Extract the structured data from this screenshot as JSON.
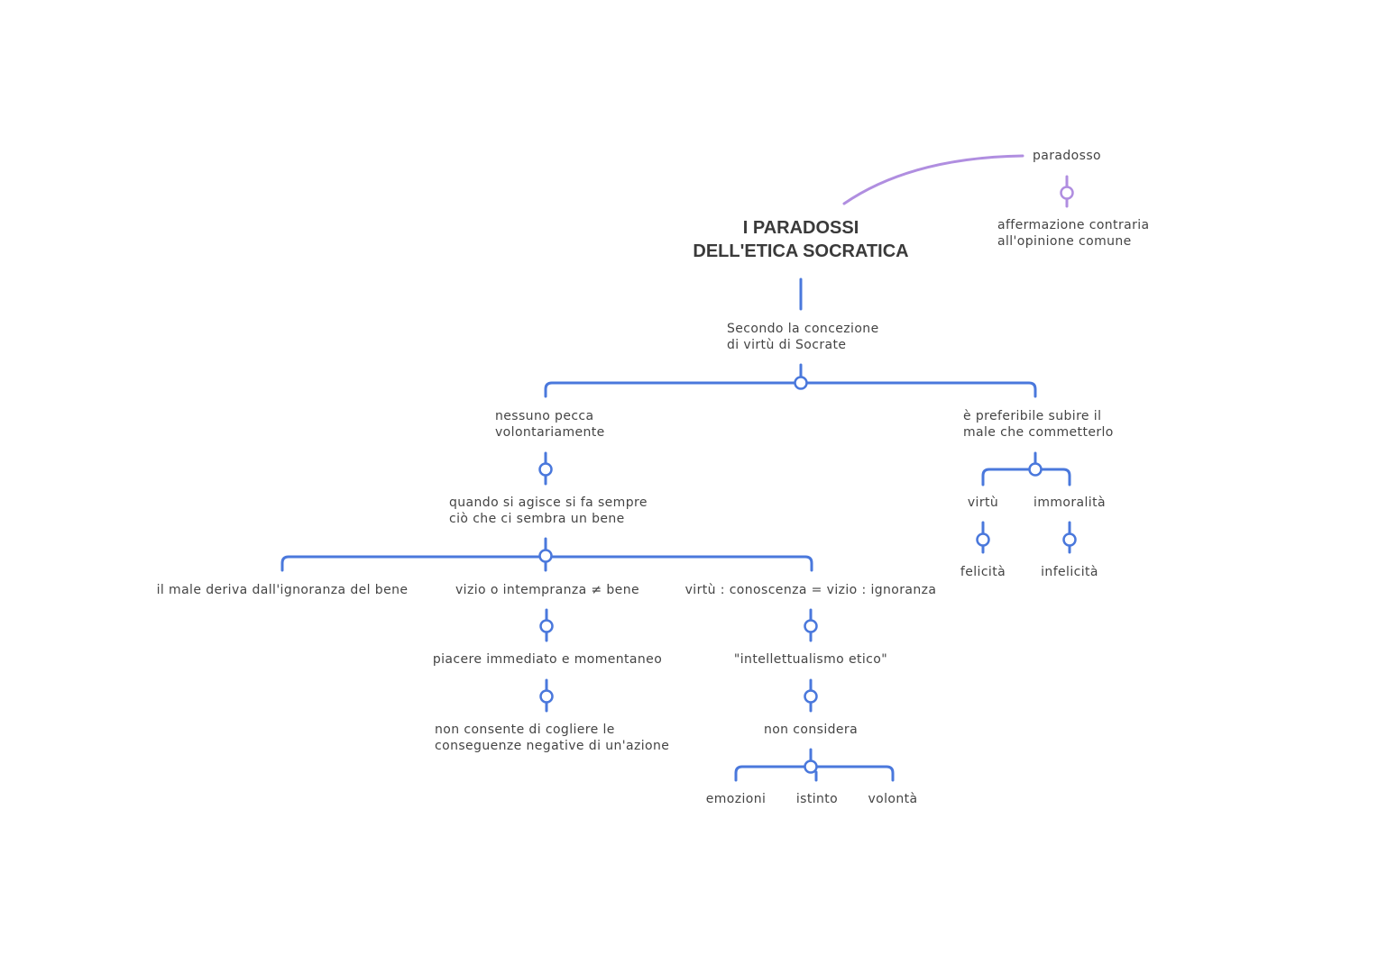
{
  "colors": {
    "blue": "#4a78dc",
    "purple": "#b08ee0",
    "text": "#444444"
  },
  "map": {
    "title_line1": "I PARADOSSI",
    "title_line2": "DELL'ETICA SOCRATICA",
    "paradosso": "paradosso",
    "paradosso_def_1": "affermazione contraria",
    "paradosso_def_2": "all'opinione comune",
    "secondo_1": "Secondo la concezione",
    "secondo_2": "di virtù di Socrate",
    "nessuno_1": "nessuno pecca",
    "nessuno_2": "volontariamente",
    "preferibile_1": "è preferibile subire il",
    "preferibile_2": "male che commetterlo",
    "virtu": "virtù",
    "immoralita": "immoralità",
    "felicita": "felicità",
    "infelicita": "infelicità",
    "quando_1": "quando si agisce si fa sempre",
    "quando_2": "ciò che ci sembra un bene",
    "male_deriva": "il male deriva dall'ignoranza del bene",
    "vizio": "vizio o intempranza ≠ bene",
    "virtu_conoscenza": "virtù : conoscenza = vizio : ignoranza",
    "piacere": "piacere immediato e momentaneo",
    "intellettualismo": "\"intellettualismo etico\"",
    "non_consente_1": "non consente di cogliere le",
    "non_consente_2": "conseguenze negative di un'azione",
    "non_considera": "non considera",
    "emozioni": "emozioni",
    "istinto": "istinto",
    "volonta": "volontà"
  }
}
